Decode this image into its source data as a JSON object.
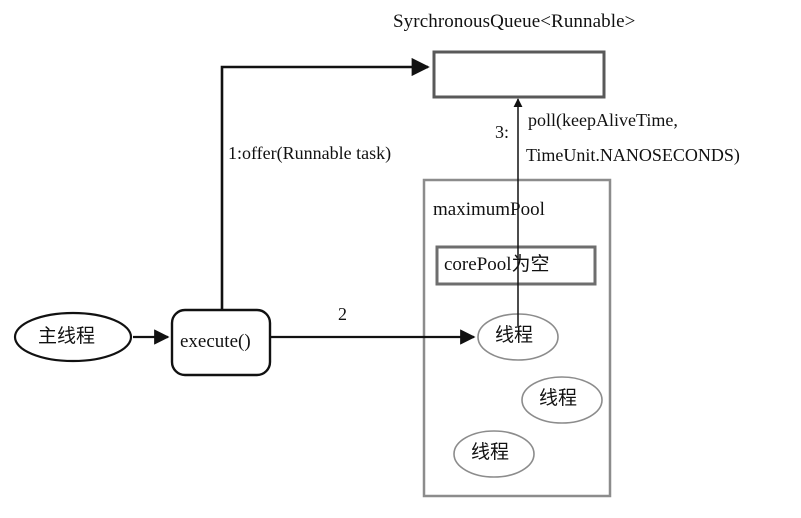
{
  "diagram": {
    "type": "flow-diagram",
    "background": "#ffffff",
    "queue": {
      "title": "SyrchronousQueue<Runnable>",
      "box_fill": "#ffffff",
      "box_stroke": "#595959",
      "contents": ""
    },
    "pool": {
      "title": "maximumPool",
      "box_stroke": "#8c8c8c",
      "core": {
        "label": "corePool为空",
        "box_stroke": "#6e6e6e"
      },
      "threads": [
        {
          "label": "线程"
        },
        {
          "label": "线程"
        },
        {
          "label": "线程"
        }
      ]
    },
    "nodes": {
      "main_thread": "主线程",
      "execute": "execute()"
    },
    "arrows": {
      "offer": "1:offer(Runnable task)",
      "dispatch": "2",
      "poll_number": "3:",
      "poll_line1": "poll(keepAliveTime,",
      "poll_line2": "TimeUnit.NANOSECONDS)"
    },
    "colors": {
      "stroke_dark": "#111111",
      "stroke_mid": "#595959",
      "stroke_light": "#8c8c8c",
      "text": "#111111"
    }
  }
}
